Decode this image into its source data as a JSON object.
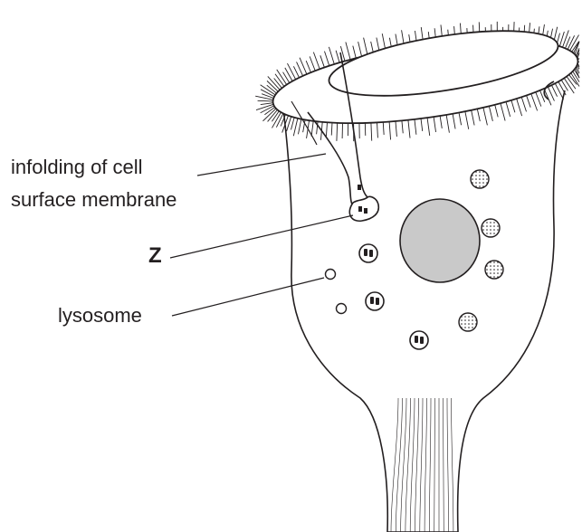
{
  "labels": {
    "infolding_line1": "infolding of cell",
    "infolding_line2": "surface membrane",
    "z": "Z",
    "lysosome": "lysosome"
  },
  "colors": {
    "stroke": "#231f20",
    "nucleus_fill": "#c9c9c9",
    "granule_fill": "#e6e6e6",
    "background": "#ffffff"
  }
}
